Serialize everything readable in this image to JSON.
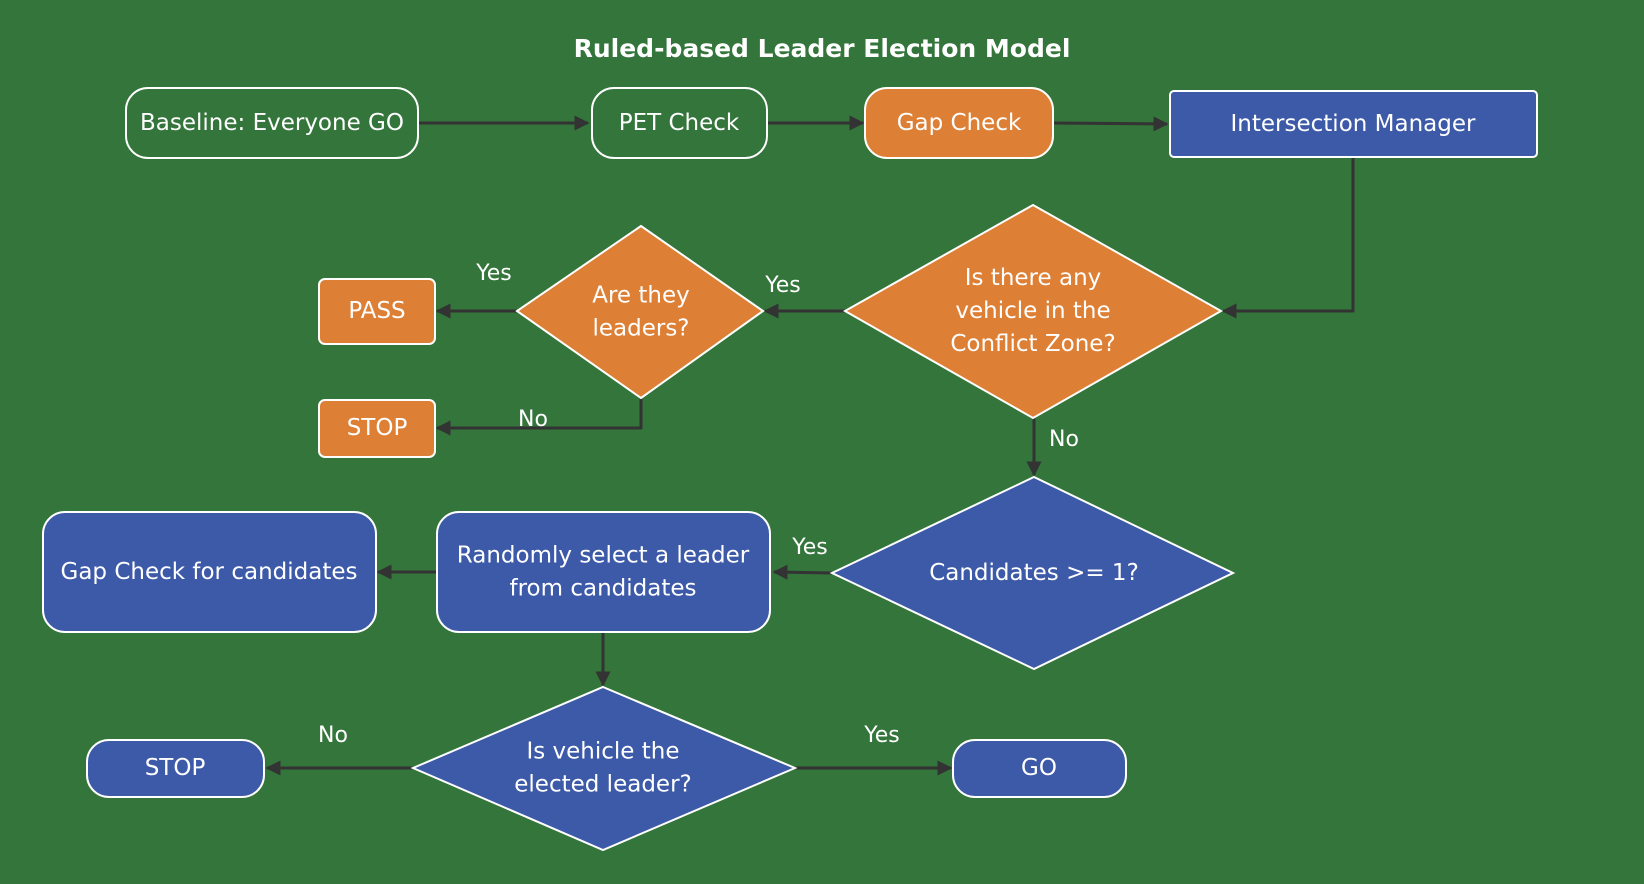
{
  "title": "Ruled-based Leader Election Model",
  "colors": {
    "background": "#33753a",
    "orange": "#dd7f34",
    "blue": "#3d5aa8",
    "stroke": "#ffffff",
    "edge": "#333333"
  },
  "nodes": {
    "baseline": [
      "Baseline: Everyone GO"
    ],
    "pet_check": [
      "PET Check"
    ],
    "gap_check": [
      "Gap Check"
    ],
    "intersection_manager": [
      "Intersection Manager"
    ],
    "conflict_zone": [
      "Is there any",
      "vehicle in the",
      "Conflict Zone?"
    ],
    "are_leaders": [
      "Are they",
      "leaders?"
    ],
    "pass": [
      "PASS"
    ],
    "stop_top": [
      "STOP"
    ],
    "candidates": [
      "Candidates >= 1?"
    ],
    "random_select": [
      "Randomly select a leader",
      "from candidates"
    ],
    "gap_candidates": [
      "Gap Check for candidates"
    ],
    "elected": [
      "Is vehicle the",
      "elected leader?"
    ],
    "stop_bottom": [
      "STOP"
    ],
    "go": [
      "GO"
    ]
  },
  "edge_labels": {
    "conflict_yes": "Yes",
    "leaders_yes": "Yes",
    "leaders_no": "No",
    "conflict_no": "No",
    "candidates_yes": "Yes",
    "elected_no": "No",
    "elected_yes": "Yes"
  }
}
